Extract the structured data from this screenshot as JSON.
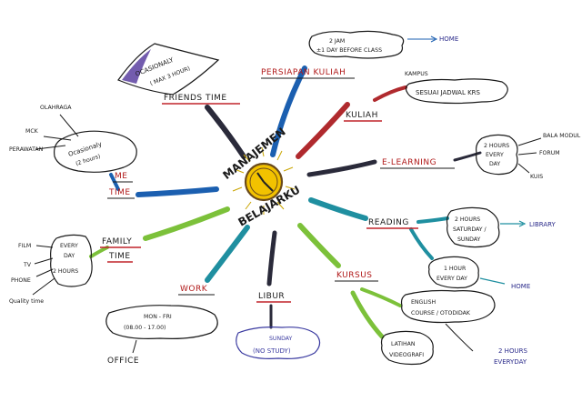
{
  "center": {
    "line1": "MANAJEMEN",
    "line2": "BELAJARKU"
  },
  "branches": {
    "persiapan_kuliah": {
      "label": "PERSIAPAN KULIAH",
      "note": [
        "2 JAM",
        "±1 DAY BEFORE CLASS"
      ],
      "target": "HOME"
    },
    "kuliah": {
      "label": "KULIAH",
      "kampus": "KAMPUS",
      "note": "SESUAI JADWAL KRS"
    },
    "e_learning": {
      "label": "E-LEARNING",
      "note": [
        "2 HOURS",
        "EVERY",
        "DAY"
      ],
      "targets": [
        "BALA MODUL",
        "FORUM",
        "KUIS"
      ]
    },
    "reading": {
      "label": "READING",
      "note1": [
        "2 HOURS",
        "SATURDAY /",
        "SUNDAY"
      ],
      "target1": "LIBRARY",
      "note2": [
        "1 HOUR",
        "EVERY DAY"
      ],
      "target2": "HOME"
    },
    "kursus": {
      "label": "KURSUS",
      "note1": [
        "ENGLISH",
        "COURSE / OTODIDAK"
      ],
      "note2": [
        "LATIHAN",
        "VIDEOGRAFI"
      ],
      "hours": [
        "2 HOURS",
        "EVERYDAY"
      ]
    },
    "libur": {
      "label": "LIBUR",
      "note": [
        "SUNDAY",
        "(NO STUDY)"
      ]
    },
    "work": {
      "label": "WORK",
      "note": [
        "MON - FRI",
        "(08.00 - 17.00)"
      ],
      "target": "OFFICE"
    },
    "family_time": {
      "label1": "FAMILY",
      "label2": "TIME",
      "note": [
        "EVERY",
        "DAY",
        "2 HOURS"
      ],
      "items": [
        "FILM",
        "TV",
        "PHONE",
        "Quality time"
      ]
    },
    "me_time": {
      "label1": "ME",
      "label2": "TIME",
      "note": [
        "Ocasionaly",
        "(2 hours)"
      ],
      "items": [
        "OLAHRAGA",
        "MCK",
        "PERAWATAN"
      ]
    },
    "friends_time": {
      "label": "FRIENDS TIME",
      "note": [
        "OCASIONALY",
        "( MAX 3 HOUR)"
      ]
    }
  },
  "colors": {
    "blue": "#1b5fb0",
    "teal": "#1f8fa0",
    "green": "#7cc13a",
    "red": "#c0242a",
    "dark": "#2a2a3a",
    "purple": "#5a3fa0",
    "clock_face": "#f2c200"
  }
}
